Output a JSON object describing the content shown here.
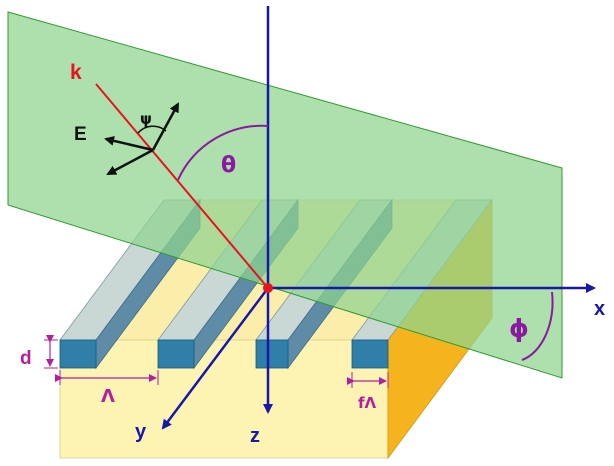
{
  "labels": {
    "k": "k",
    "E": "E",
    "psi": "ψ",
    "theta": "θ",
    "phi": "ϕ",
    "x": "x",
    "y": "y",
    "z": "z",
    "d": "d",
    "period": "Λ",
    "fill_period": "fΛ"
  },
  "colors": {
    "plane_fill": "#a6dca6",
    "plane_stroke": "#2e9d2e",
    "substrate_top": "#fbeeab",
    "substrate_front": "#fdf3b3",
    "substrate_side": "#f5b31d",
    "ridge_top": "#c9d7d5",
    "ridge_side": "#5e8ba6",
    "ridge_front": "#2f7fa8",
    "axis": "#1818a8",
    "wave_vector": "#e8131e",
    "angle": "#8a1aa0",
    "field_arrows": "#111111",
    "dimension": "#b0209f"
  }
}
